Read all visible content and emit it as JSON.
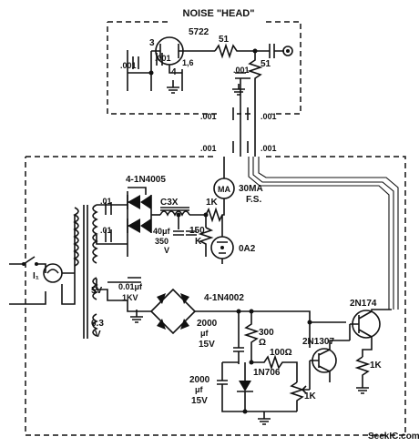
{
  "box_title": "NOISE \"HEAD\"",
  "tube": {
    "type": "5722",
    "pin_grid": "3",
    "pin_cathode": "4",
    "pin_plate": "1,6"
  },
  "noise_head_caps": [
    ".001",
    ".001",
    ".001"
  ],
  "noise_head_res": [
    "51",
    "51"
  ],
  "feedthrough_caps": [
    ".001",
    ".001",
    ".001",
    ".001"
  ],
  "meter": {
    "label": "MA",
    "rating": "30MA",
    "scale": "F.S."
  },
  "rectifier_top": "4-1N4005",
  "transformer_caps": [
    ".01",
    ".01"
  ],
  "choke": "C3X",
  "filter_cap": [
    "40μf",
    "350",
    "V"
  ],
  "res_1k_top": "1K",
  "res_150k": [
    "150",
    "K"
  ],
  "regulator": "0A2",
  "lamp": "I₁",
  "secondary_5v": "5V",
  "secondary_63v": [
    "6.3",
    "V"
  ],
  "cap_bridge": [
    "0.01μf",
    "1KV"
  ],
  "rectifier_bottom": "4-1N4002",
  "cap_2000_top": [
    "2000",
    "μf",
    "15V"
  ],
  "res_300": [
    "300",
    "Ω"
  ],
  "res_100": "100Ω",
  "zener": "1N706",
  "cap_2000_bottom": [
    "2000",
    "μf",
    "15V"
  ],
  "pot_1k": "1K",
  "transistor_q1": "2N1307",
  "transistor_q2": "2N174",
  "res_1k_emitter": "1K",
  "watermark": "SeekIC.com"
}
